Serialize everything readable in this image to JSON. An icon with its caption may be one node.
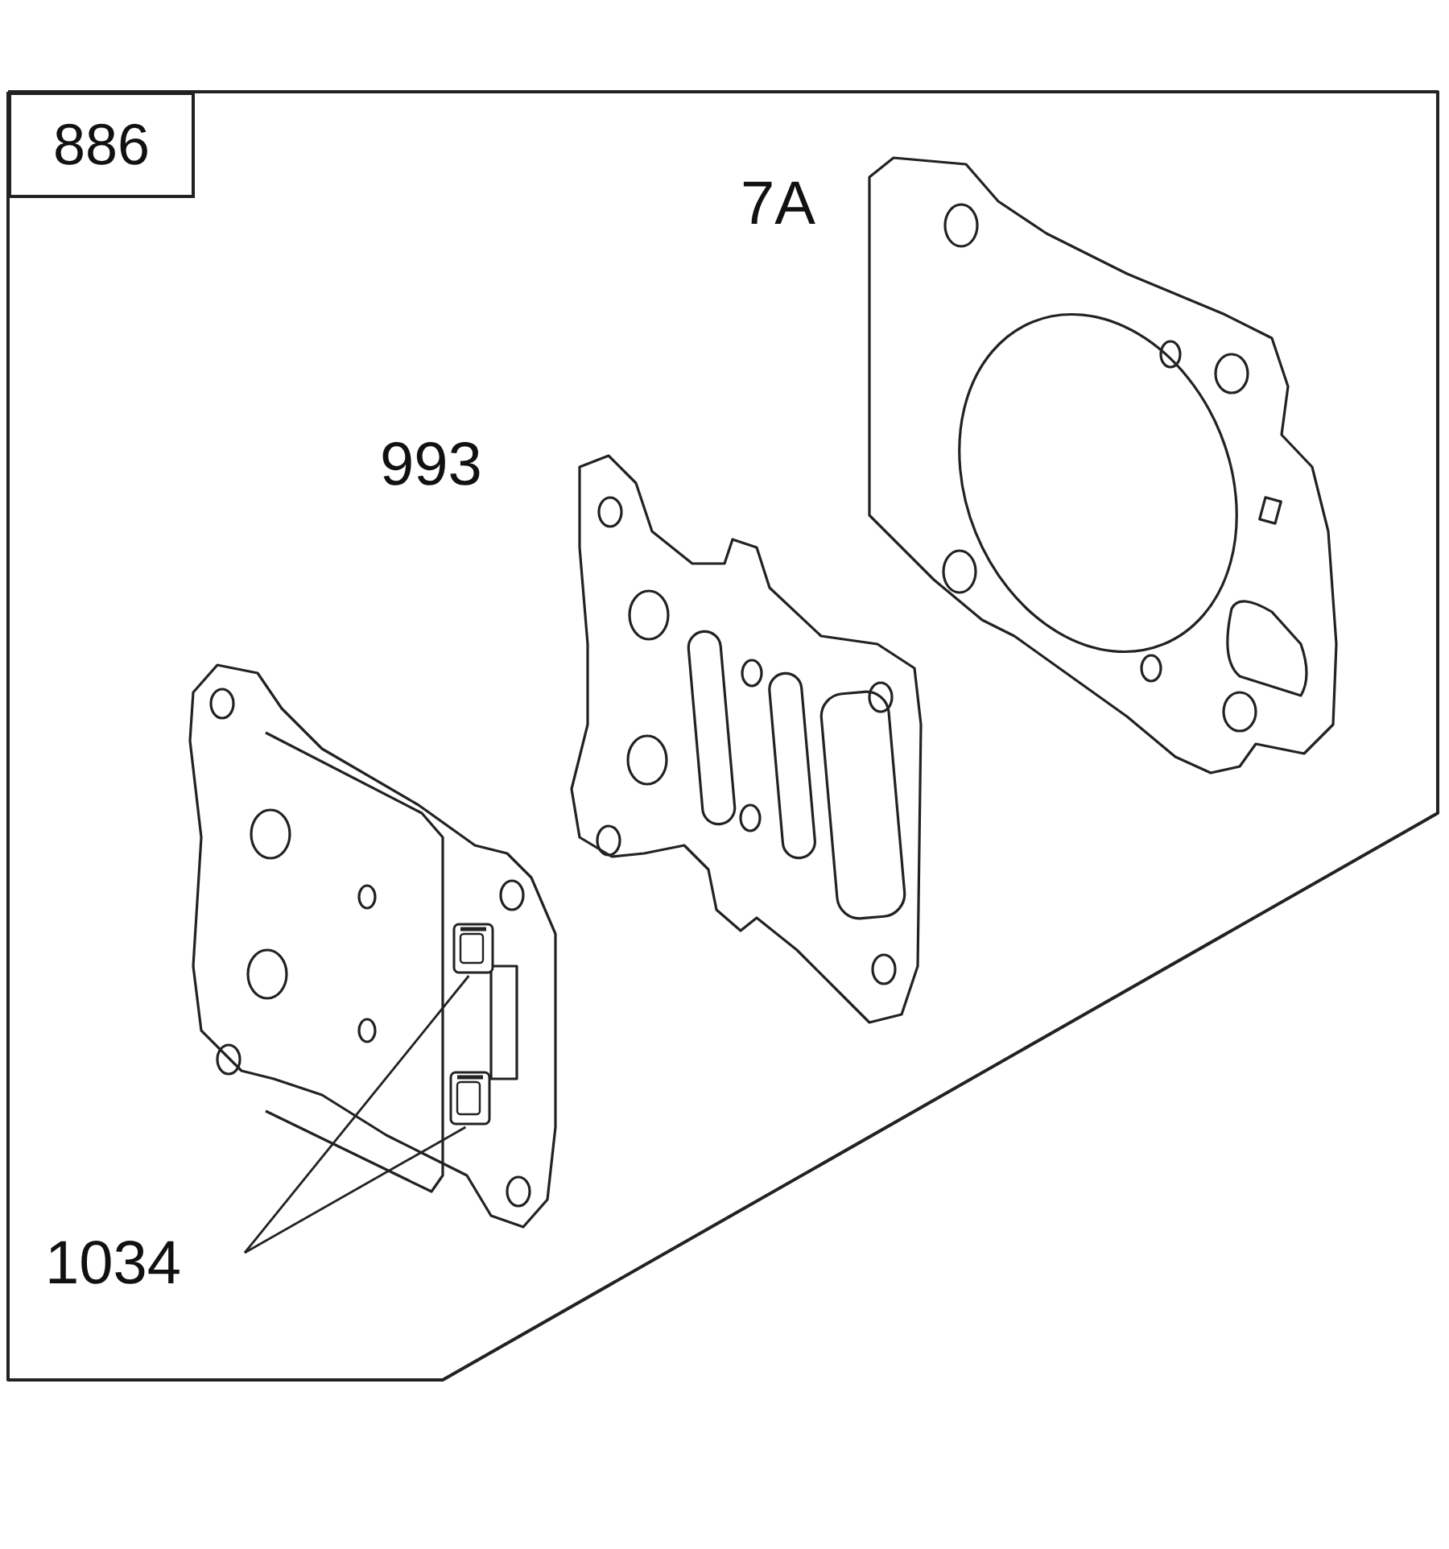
{
  "diagram": {
    "nodes": [
      {
        "text": [
          "886"
        ]
      },
      {
        "text": [
          "1034"
        ]
      },
      {
        "text": [],
        "shape": "picture"
      },
      {
        "text": [],
        "shape": "picture"
      }
    ],
    "edges": [
      {
        "from": 1,
        "to": 2,
        "arrow": "none"
      },
      {
        "from": 1,
        "to": 3,
        "arrow": "none"
      }
    ],
    "labels": [
      "7A",
      "993"
    ]
  }
}
